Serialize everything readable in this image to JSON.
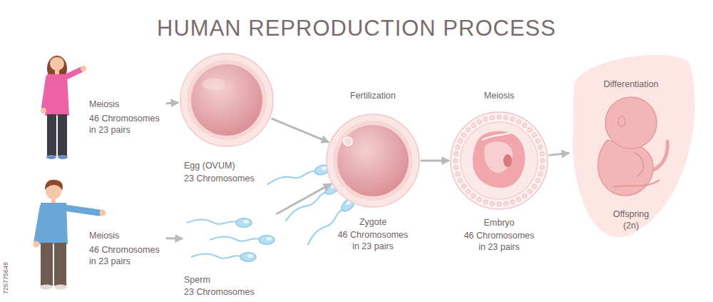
{
  "diagram": {
    "title": "HUMAN REPRODUCTION PROCESS",
    "nodes": [
      {
        "text": [
          "Meiosis",
          "46 Chromosomes in 23 pairs"
        ]
      },
      {
        "text": [
          "Egg (OVUM)",
          "23 Chromosomes"
        ]
      },
      {
        "text": [
          "Meiosis",
          "46 Chromosomes in 23 pairs"
        ]
      },
      {
        "text": [
          "Sperm",
          "23 Chromosomes"
        ]
      },
      {
        "text": [
          "Fertilization",
          "Zygote",
          "46 Chromosomes in 23 pairs"
        ]
      },
      {
        "text": [
          "Meiosis",
          "Embryo",
          "46 Chromosomes in 23 pairs"
        ]
      },
      {
        "text": [
          "Differentiation",
          "Offspring (2n)"
        ]
      }
    ],
    "edges": [
      {
        "from": 0,
        "to": 1,
        "arrow": "to"
      },
      {
        "from": 2,
        "to": 3,
        "arrow": "to"
      },
      {
        "from": 1,
        "to": 4,
        "arrow": "to"
      },
      {
        "from": 3,
        "to": 4,
        "arrow": "to"
      },
      {
        "from": 4,
        "to": 5,
        "arrow": "to"
      },
      {
        "from": 5,
        "to": 6,
        "arrow": "to"
      }
    ],
    "labels": [
      "725775648"
    ]
  }
}
